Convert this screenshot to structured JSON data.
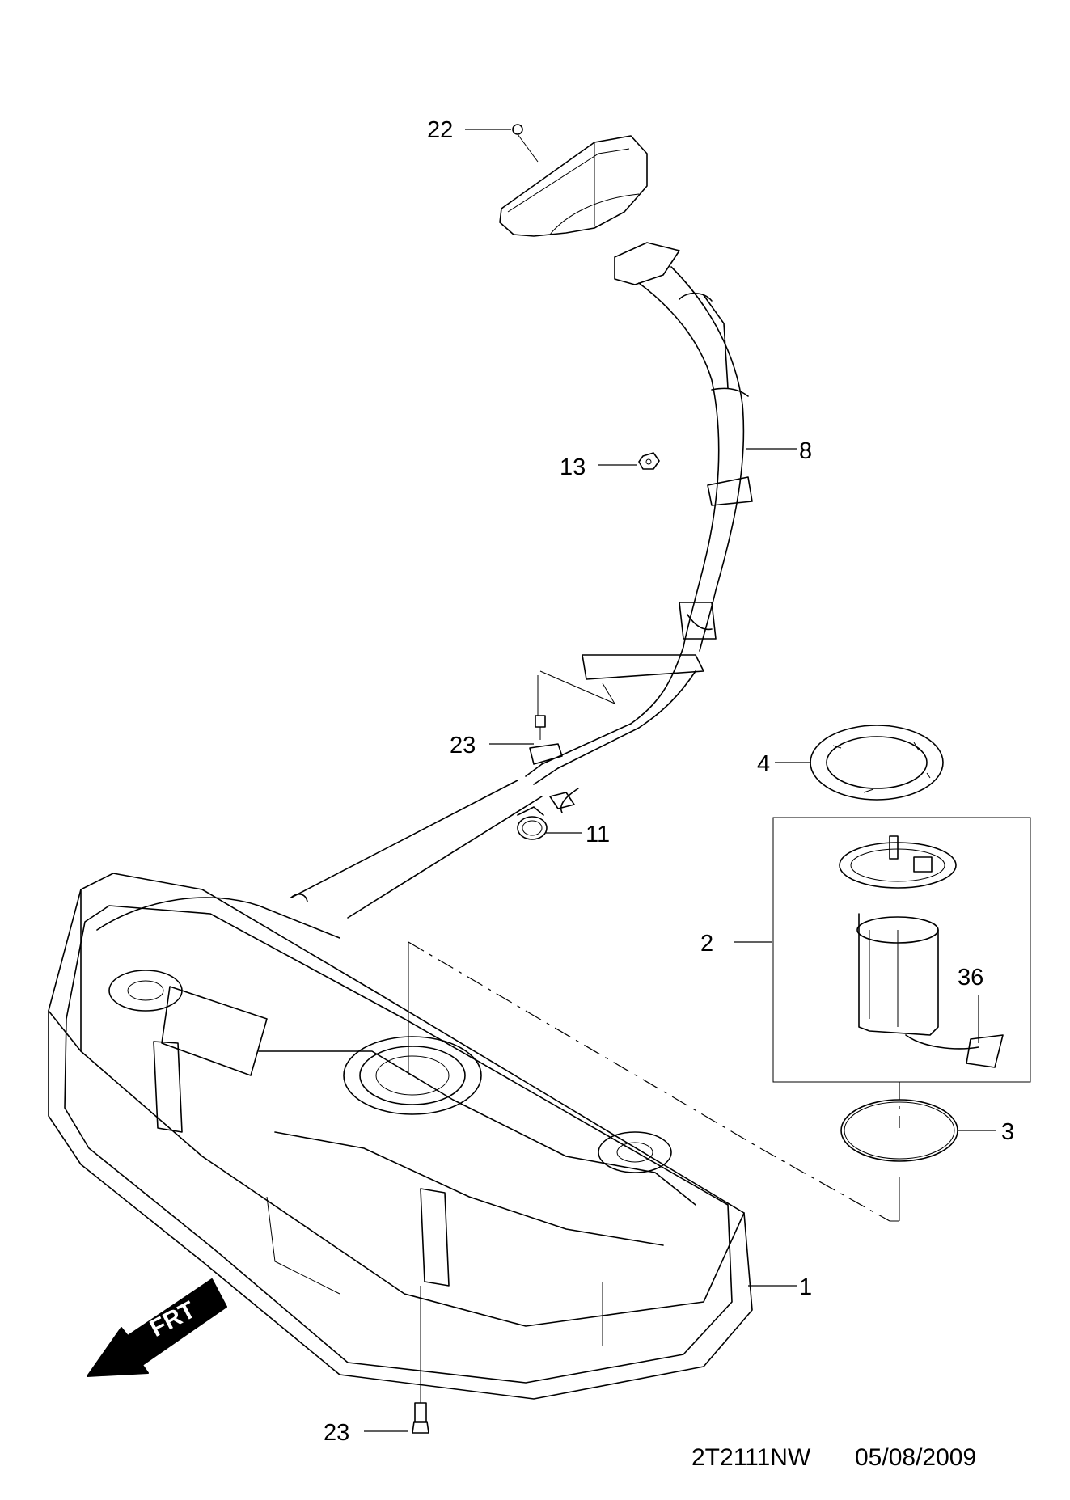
{
  "callouts": {
    "c22": "22",
    "c13": "13",
    "c8": "8",
    "c23_top": "23",
    "c4": "4",
    "c11": "11",
    "c2": "2",
    "c36": "36",
    "c3": "3",
    "c1": "1",
    "c23_bottom": "23"
  },
  "direction_arrow": {
    "label": "FRT"
  },
  "footer": {
    "code": "2T2111NW",
    "date": "05/08/2009"
  }
}
